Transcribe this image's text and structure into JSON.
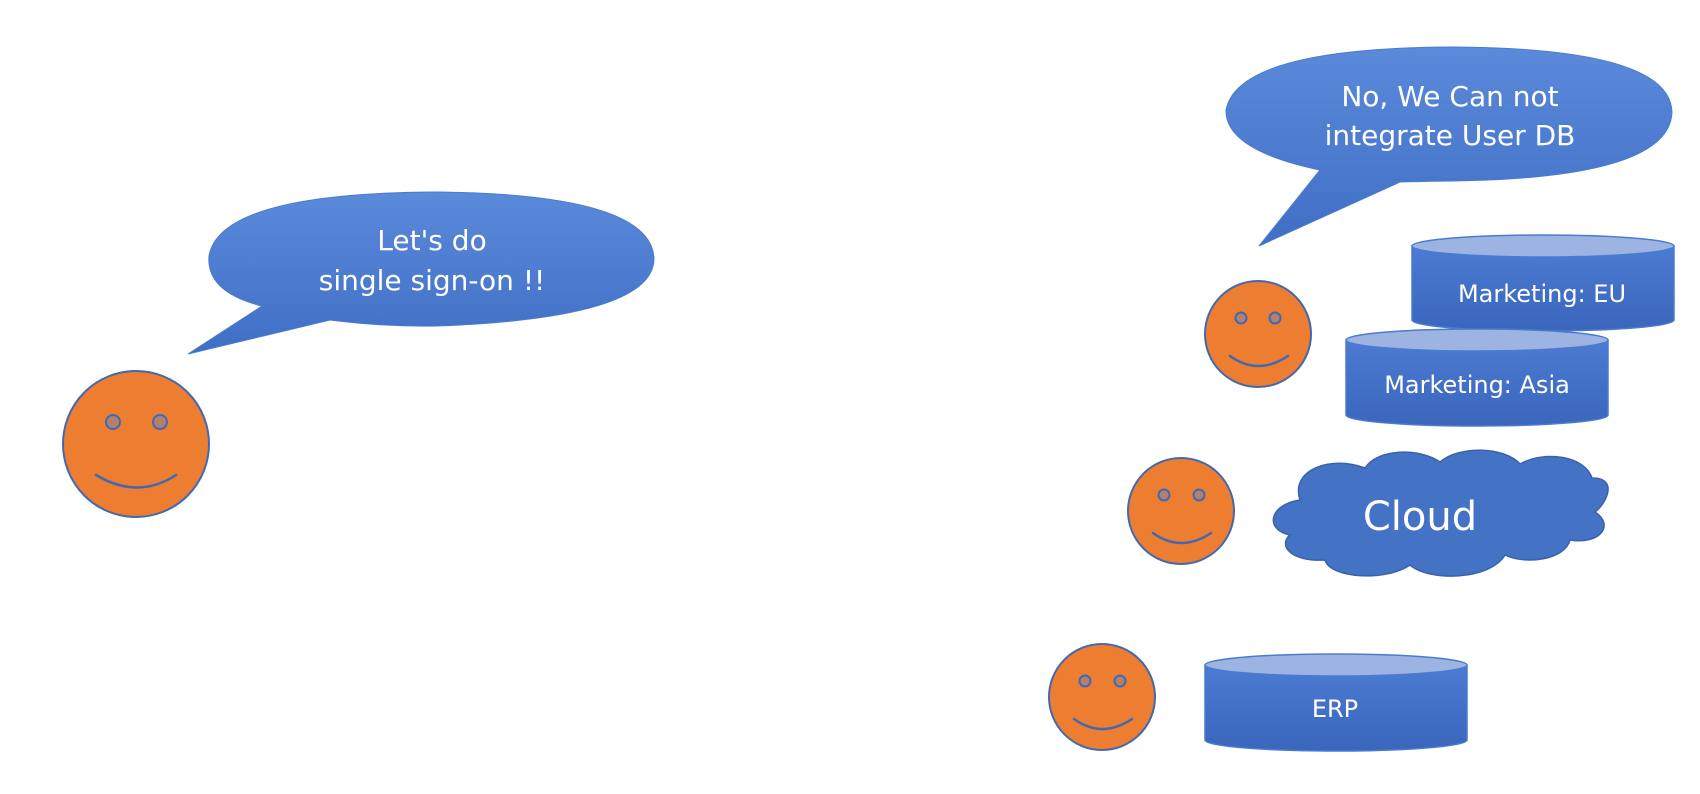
{
  "colors": {
    "face": "#ED7D31",
    "outline": "#4169B0",
    "shape_fill": "#4472C4",
    "db_top": "#9DB4E2",
    "text": "#ffffff"
  },
  "left_bubble": {
    "lines": [
      "Let's do",
      "single sign-on !!"
    ]
  },
  "right_bubble": {
    "lines": [
      "No, We Can not",
      "integrate User DB"
    ]
  },
  "databases": {
    "marketing_eu": "Marketing: EU",
    "marketing_asia": "Marketing: Asia",
    "erp": "ERP"
  },
  "cloud": {
    "label": "Cloud"
  },
  "people": [
    "smiley-face",
    "smiley-face",
    "smiley-face",
    "smiley-face"
  ]
}
